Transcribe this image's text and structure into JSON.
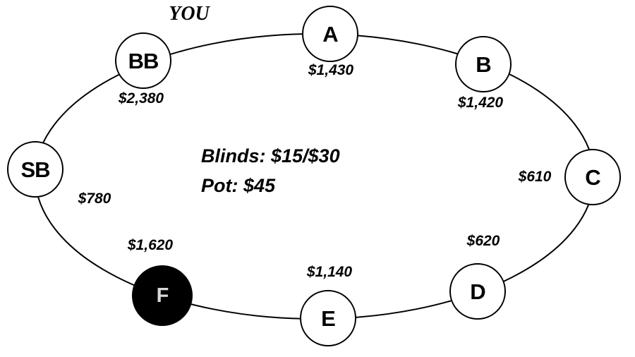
{
  "figure": {
    "you_label": "YOU",
    "center": {
      "blinds": "Blinds: $15/$30",
      "pot": "Pot: $45"
    },
    "seats": [
      {
        "id": "BB",
        "label": "BB",
        "stack": "$2,380",
        "filled": false,
        "note": "big blind, marked YOU"
      },
      {
        "id": "A",
        "label": "A",
        "stack": "$1,430",
        "filled": false
      },
      {
        "id": "B",
        "label": "B",
        "stack": "$1,420",
        "filled": false
      },
      {
        "id": "C",
        "label": "C",
        "stack": "$610",
        "filled": false
      },
      {
        "id": "D",
        "label": "D",
        "stack": "$620",
        "filled": false
      },
      {
        "id": "E",
        "label": "E",
        "stack": "$1,140",
        "filled": false
      },
      {
        "id": "F",
        "label": "F",
        "stack": "$1,620",
        "filled": true,
        "note": "dealer/button seat shown as filled black circle"
      },
      {
        "id": "SB",
        "label": "SB",
        "stack": "$780",
        "filled": false
      }
    ],
    "colors": {
      "ink": "#000000",
      "paper": "#ffffff",
      "filled_seat": "#000000",
      "filled_seat_letter": "#d8d8d8"
    }
  }
}
